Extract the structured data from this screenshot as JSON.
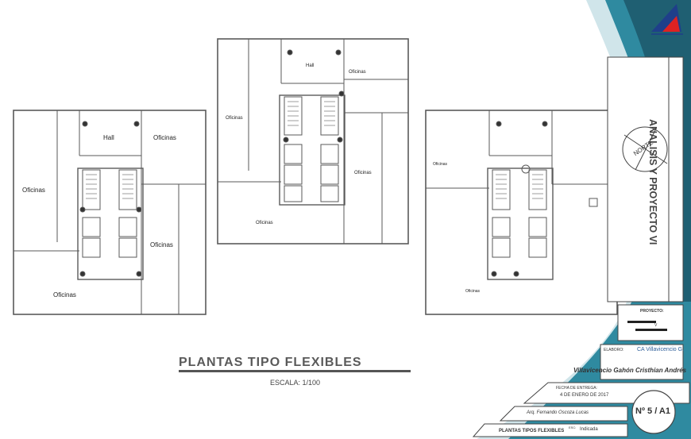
{
  "drawing": {
    "title": "PLANTAS TIPO FLEXIBLES",
    "scale": "ESCALA: 1/100"
  },
  "plans": {
    "left": {
      "hall": "Hall",
      "oficinas_tl": "Oficinas",
      "oficinas_tr": "Oficinas",
      "oficinas_mr": "Oficinas",
      "oficinas_b": "Oficinas"
    },
    "center": {
      "hall": "Hall",
      "oficinas_tr": "Oficinas",
      "oficinas_l": "Oficinas",
      "oficinas_r": "Oficinas",
      "oficinas_b": "Oficinas"
    },
    "right": {
      "oficinas_l": "Oficinas",
      "oficinas_b": "Oficinas"
    }
  },
  "titleblock": {
    "course": "ANALISIS Y PROYECTO VI",
    "north": "NORTE",
    "proyecto_label": "PROYECTO:",
    "proyecto_value": "V",
    "elaboro_label": "ELABORO:",
    "elaboro_value": "CA Villavicencio G.",
    "author": "Villavicencio Gahón Cristhian Andrés",
    "fecha_label": "FECHA DE ENTREGA:",
    "fecha_value": "4 DE ENERO DE 2017",
    "reviewer": "Arq. Fernando Oscoza Lucas",
    "esc_label": "ESC:",
    "esc_value": "Indicada",
    "sheet_title": "PLANTAS TIPOS FLEXIBLES",
    "sheet_number": "Nº 5 / A1"
  },
  "colors": {
    "teal_dark": "#1f5f72",
    "teal_mid": "#2f8aa0",
    "teal_light": "#a9cfd9",
    "wall": "#5a5a5a"
  }
}
